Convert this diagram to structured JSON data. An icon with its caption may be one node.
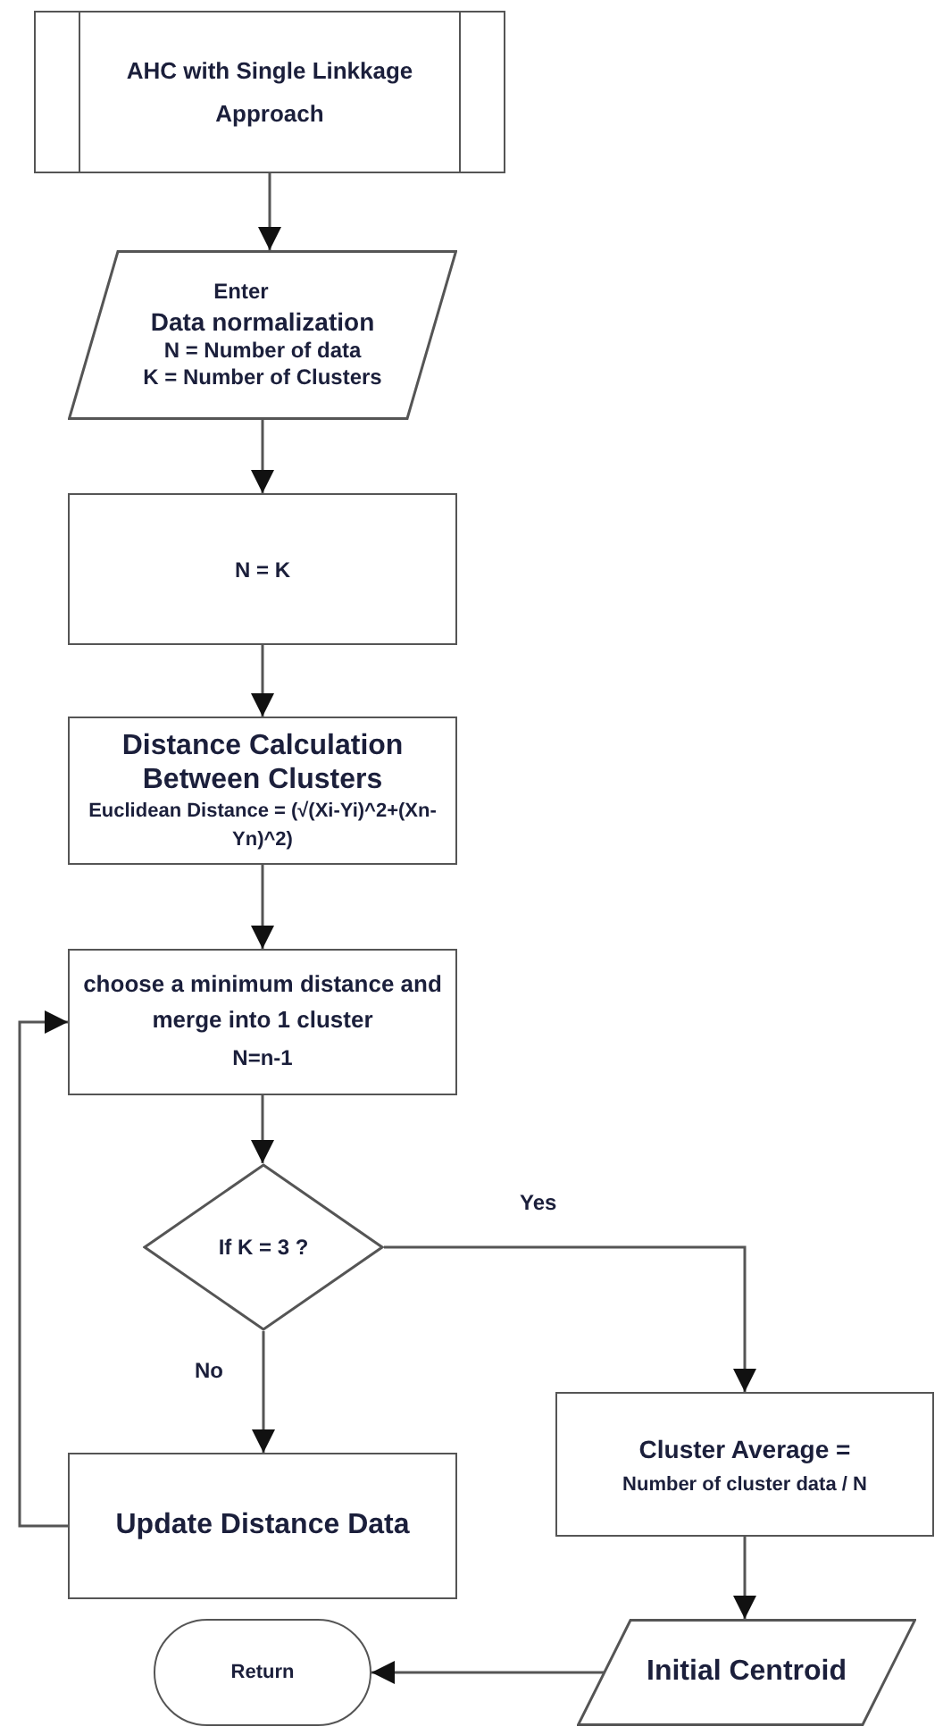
{
  "diagram": {
    "nodes": [
      {
        "text": [
          "AHC with Single Linkkage Approach"
        ]
      },
      {
        "text": [
          "Enter",
          "Data normalization",
          "N = Number of data",
          "K = Number of Clusters"
        ]
      },
      {
        "text": [
          "N = K"
        ]
      },
      {
        "text": [
          "Distance Calculation Between Clusters",
          "Euclidean Distance = (√(Xi-Yi)^2+(Xn-Yn)^2)"
        ]
      },
      {
        "text": [
          "choose a minimum distance and merge into 1 cluster",
          "N=n-1"
        ]
      },
      {
        "text": [
          "If K = 3 ?"
        ]
      },
      {
        "text": [
          "Update Distance Data"
        ]
      },
      {
        "text": [
          "Cluster Average =",
          "Number of cluster data / N"
        ]
      },
      {
        "text": [
          "Initial Centroid"
        ]
      },
      {
        "text": [
          "Return"
        ]
      }
    ],
    "edges": [
      {
        "from": 0,
        "to": 1,
        "arrow": "to"
      },
      {
        "from": 1,
        "to": 2,
        "arrow": "to"
      },
      {
        "from": 2,
        "to": 3,
        "arrow": "to"
      },
      {
        "from": 3,
        "to": 4,
        "arrow": "to"
      },
      {
        "from": 4,
        "to": 5,
        "arrow": "to"
      },
      {
        "from": 5,
        "to": 7,
        "arrow": "to",
        "label": "Yes"
      },
      {
        "from": 5,
        "to": 6,
        "arrow": "to",
        "label": "No"
      },
      {
        "from": 6,
        "to": 4,
        "arrow": "to"
      },
      {
        "from": 7,
        "to": 8,
        "arrow": "to"
      },
      {
        "from": 8,
        "to": 9,
        "arrow": "to"
      }
    ]
  }
}
